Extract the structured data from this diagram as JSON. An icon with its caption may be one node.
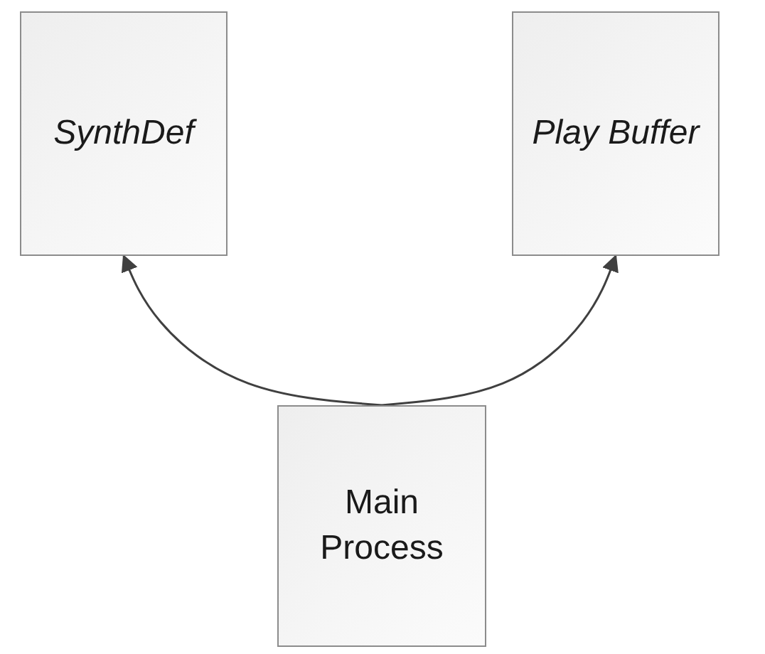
{
  "diagram": {
    "nodes": [
      {
        "text": [
          "SynthDef"
        ]
      },
      {
        "text": [
          "Play Buffer"
        ]
      },
      {
        "text": [
          "Main Process"
        ]
      }
    ],
    "edges": [
      {
        "from": 2,
        "to": 0,
        "arrow": "to"
      },
      {
        "from": 2,
        "to": 1,
        "arrow": "to"
      }
    ]
  }
}
